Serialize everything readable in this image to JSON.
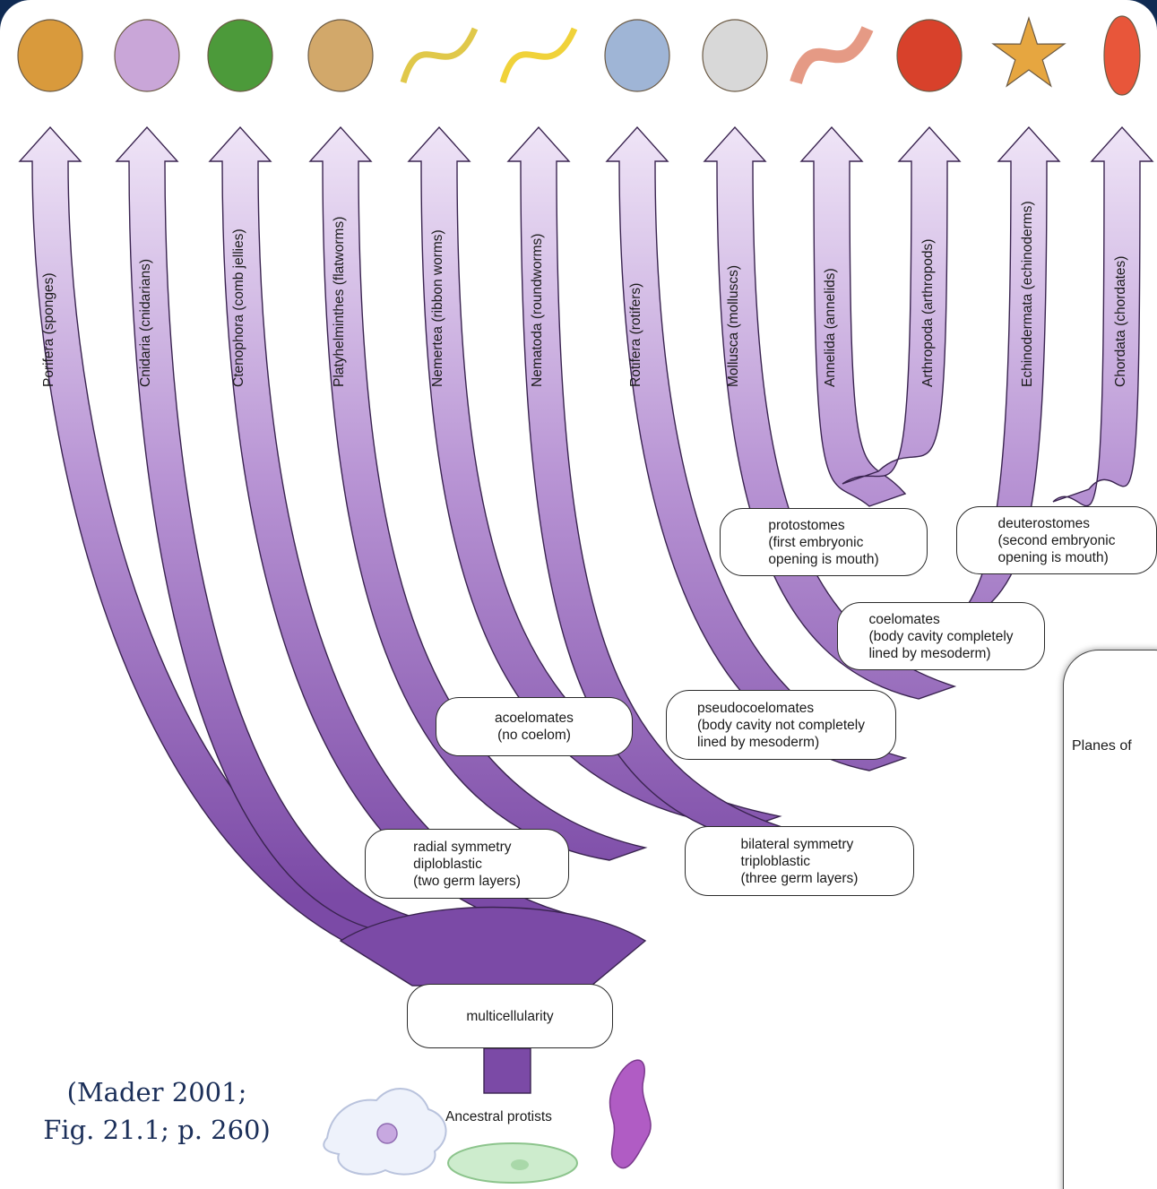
{
  "diagram": {
    "phyla": [
      {
        "label": "Porifera (sponges)",
        "icon": "sponge-icon"
      },
      {
        "label": "Cnidaria (cnidarians)",
        "icon": "hydra-icon"
      },
      {
        "label": "Ctenophora (comb jellies)",
        "icon": "comb-jelly-icon"
      },
      {
        "label": "Platyhelminthes (flatworms)",
        "icon": "flatworm-icon"
      },
      {
        "label": "Nemertea (ribbon worms)",
        "icon": "ribbon-worm-icon"
      },
      {
        "label": "Nematoda (roundworms)",
        "icon": "roundworm-icon"
      },
      {
        "label": "Rotifera (rotifers)",
        "icon": "rotifer-icon"
      },
      {
        "label": "Mollusca (molluscs)",
        "icon": "clam-icon"
      },
      {
        "label": "Annelida (annelids)",
        "icon": "earthworm-icon"
      },
      {
        "label": "Arthropoda (arthropods)",
        "icon": "crayfish-icon"
      },
      {
        "label": "Echinodermata (echinoderms)",
        "icon": "sea-star-icon"
      },
      {
        "label": "Chordata (chordates)",
        "icon": "human-runner-icon"
      }
    ],
    "nodes": {
      "multicellularity": "multicellularity",
      "radial": "radial symmetry\ndiploblastic\n(two germ layers)",
      "bilateral": "bilateral symmetry\ntriploblastic\n(three germ layers)",
      "acoelomates": "acoelomates\n(no coelom)",
      "pseudocoelomates": "pseudocoelomates\n(body cavity not completely\nlined by mesoderm)",
      "coelomates": "coelomates\n(body cavity completely\nlined by mesoderm)",
      "protostomes": "protostomes\n(first embryonic\nopening is mouth)",
      "deuterostomes": "deuterostomes\n(second embryonic\nopening is mouth)"
    },
    "root_label": "Ancestral protists",
    "planes_label": "Planes of",
    "citation_line1": "(Mader 2001;",
    "citation_line2": "Fig. 21.1; p. 260)",
    "colors": {
      "branch_dark": "#7b4aa6",
      "branch_light": "#e9dcf3",
      "frame": "#0f2a52",
      "citation": "#1b2f59"
    }
  }
}
